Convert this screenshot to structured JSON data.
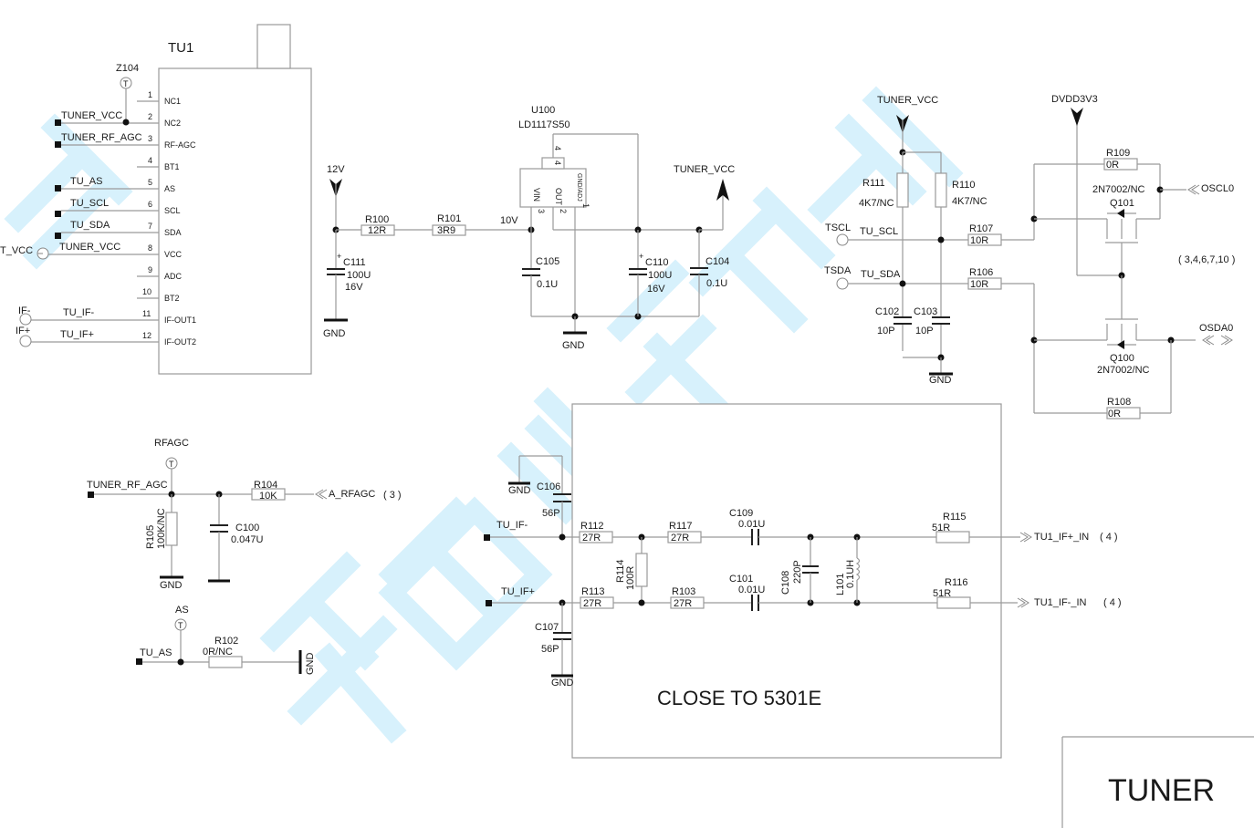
{
  "title_block": {
    "sheet_name": "TUNER"
  },
  "note_box": {
    "label": "CLOSE TO 5301E"
  },
  "watermark": {
    "text": "家电维修资料网",
    "color": "#c9ecfb"
  },
  "tuner": {
    "ref": "TU1",
    "testpoint": "Z104",
    "pins": [
      {
        "num": "1",
        "name": "NC1",
        "net": ""
      },
      {
        "num": "2",
        "name": "NC2",
        "net": "TUNER_VCC"
      },
      {
        "num": "3",
        "name": "RF-AGC",
        "net": "TUNER_RF_AGC"
      },
      {
        "num": "4",
        "name": "BT1",
        "net": ""
      },
      {
        "num": "5",
        "name": "AS",
        "net": "TU_AS"
      },
      {
        "num": "6",
        "name": "SCL",
        "net": "TU_SCL"
      },
      {
        "num": "7",
        "name": "SDA",
        "net": "TU_SDA"
      },
      {
        "num": "8",
        "name": "VCC",
        "net": "TUNER_VCC"
      },
      {
        "num": "9",
        "name": "ADC",
        "net": ""
      },
      {
        "num": "10",
        "name": "BT2",
        "net": ""
      },
      {
        "num": "11",
        "name": "IF-OUT1",
        "net": "TU_IF-"
      },
      {
        "num": "12",
        "name": "IF-OUT2",
        "net": "TU_IF+"
      }
    ],
    "offpage": {
      "tvcc": "T_VCC",
      "ifm": "IF-",
      "ifp": "IF+"
    }
  },
  "regulator": {
    "ref": "U100",
    "part": "LD1117S50",
    "pin_vin": "VIN",
    "pin_out": "OUT",
    "pin_gnd": "GND/ADJ",
    "pin3": "3",
    "pin2": "2",
    "pin1": "1",
    "pin4": "4",
    "in_rail": "12V",
    "mid_net": "10V",
    "out_rail": "TUNER_VCC",
    "gnd": "GND",
    "r100": {
      "ref": "R100",
      "val": "12R"
    },
    "r101": {
      "ref": "R101",
      "val": "3R9"
    },
    "c111": {
      "ref": "C111",
      "val": "100U",
      "volt": "16V"
    },
    "c105": {
      "ref": "C105",
      "val": "0.1U"
    },
    "c110": {
      "ref": "C110",
      "val": "100U",
      "volt": "16V"
    },
    "c104": {
      "ref": "C104",
      "val": "0.1U"
    }
  },
  "i2c": {
    "rail_tuner": "TUNER_VCC",
    "rail_dvdd": "DVDD3V3",
    "tscl": "TSCL",
    "tsda": "TSDA",
    "tu_scl": "TU_SCL",
    "tu_sda": "TU_SDA",
    "r111": {
      "ref": "R111",
      "val": "4K7/NC"
    },
    "r110": {
      "ref": "R110",
      "val": "4K7/NC"
    },
    "r107": {
      "ref": "R107",
      "val": "10R"
    },
    "r106": {
      "ref": "R106",
      "val": "10R"
    },
    "r109": {
      "ref": "R109",
      "val": "0R"
    },
    "r108": {
      "ref": "R108",
      "val": "0R"
    },
    "c102": {
      "ref": "C102",
      "val": "10P"
    },
    "c103": {
      "ref": "C103",
      "val": "10P"
    },
    "q101": {
      "ref": "Q101",
      "part": "2N7002/NC"
    },
    "q100": {
      "ref": "Q100",
      "part": "2N7002/NC"
    },
    "oscl": "OSCL0",
    "osda": "OSDA0",
    "sheets": "( 3,4,6,7,10 )",
    "gnd": "GND"
  },
  "rfagc": {
    "tp": "RFAGC",
    "net": "TUNER_RF_AGC",
    "out": "A_RFAGC",
    "out_sheet": "( 3 )",
    "r104": {
      "ref": "R104",
      "val": "10K"
    },
    "r105": {
      "ref": "R105",
      "val": "100K/NC"
    },
    "c100": {
      "ref": "C100",
      "val": "0.047U"
    },
    "gnd": "GND"
  },
  "as": {
    "tp": "AS",
    "net": "TU_AS",
    "r102": {
      "ref": "R102",
      "val": "0R/NC"
    },
    "gnd": "GND"
  },
  "iffilter": {
    "in_m": "TU_IF-",
    "in_p": "TU_IF+",
    "c106": {
      "ref": "C106",
      "val": "56P"
    },
    "c107": {
      "ref": "C107",
      "val": "56P"
    },
    "r112": {
      "ref": "R112",
      "val": "27R"
    },
    "r113": {
      "ref": "R113",
      "val": "27R"
    },
    "r114": {
      "ref": "R114",
      "val": "100R"
    },
    "r117": {
      "ref": "R117",
      "val": "27R"
    },
    "r103": {
      "ref": "R103",
      "val": "27R"
    },
    "c109": {
      "ref": "C109",
      "val": "0.01U"
    },
    "c101": {
      "ref": "C101",
      "val": "0.01U"
    },
    "c108": {
      "ref": "C108",
      "val": "220P"
    },
    "l101": {
      "ref": "L101",
      "val": "0.1UH"
    },
    "r115": {
      "ref": "R115",
      "val": "51R"
    },
    "r116": {
      "ref": "R116",
      "val": "51R"
    },
    "out_p": "TU1_IF+_IN",
    "out_m": "TU1_IF-_IN",
    "out_sheet": "( 4 )",
    "gnd": "GND"
  }
}
